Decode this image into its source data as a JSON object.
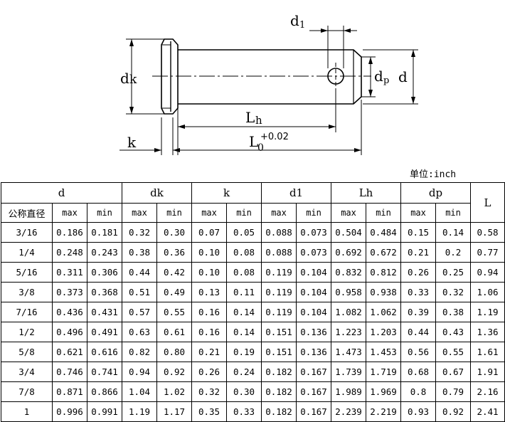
{
  "drawing": {
    "labels": {
      "d1": "d",
      "d1_sub": "1",
      "dk": "d",
      "dk_sub": "k",
      "dp": "d",
      "dp_sub": "p",
      "d": "d",
      "lh": "L",
      "lh_sub": "h",
      "k": "k",
      "l0": "L",
      "l0_sub": "0",
      "l0_tol": "+0.02"
    }
  },
  "unit_text": "单位:inch",
  "table": {
    "groups": [
      "d",
      "dk",
      "k",
      "d1",
      "Lh",
      "dp"
    ],
    "last_header": "L",
    "nominal_header": "公称直径",
    "max_label": "max",
    "min_label": "min",
    "rows": [
      [
        "3/16",
        "0.186",
        "0.181",
        "0.32",
        "0.30",
        "0.07",
        "0.05",
        "0.088",
        "0.073",
        "0.504",
        "0.484",
        "0.15",
        "0.14",
        "0.58"
      ],
      [
        "1/4",
        "0.248",
        "0.243",
        "0.38",
        "0.36",
        "0.10",
        "0.08",
        "0.088",
        "0.073",
        "0.692",
        "0.672",
        "0.21",
        "0.2",
        "0.77"
      ],
      [
        "5/16",
        "0.311",
        "0.306",
        "0.44",
        "0.42",
        "0.10",
        "0.08",
        "0.119",
        "0.104",
        "0.832",
        "0.812",
        "0.26",
        "0.25",
        "0.94"
      ],
      [
        "3/8",
        "0.373",
        "0.368",
        "0.51",
        "0.49",
        "0.13",
        "0.11",
        "0.119",
        "0.104",
        "0.958",
        "0.938",
        "0.33",
        "0.32",
        "1.06"
      ],
      [
        "7/16",
        "0.436",
        "0.431",
        "0.57",
        "0.55",
        "0.16",
        "0.14",
        "0.119",
        "0.104",
        "1.082",
        "1.062",
        "0.39",
        "0.38",
        "1.19"
      ],
      [
        "1/2",
        "0.496",
        "0.491",
        "0.63",
        "0.61",
        "0.16",
        "0.14",
        "0.151",
        "0.136",
        "1.223",
        "1.203",
        "0.44",
        "0.43",
        "1.36"
      ],
      [
        "5/8",
        "0.621",
        "0.616",
        "0.82",
        "0.80",
        "0.21",
        "0.19",
        "0.151",
        "0.136",
        "1.473",
        "1.453",
        "0.56",
        "0.55",
        "1.61"
      ],
      [
        "3/4",
        "0.746",
        "0.741",
        "0.94",
        "0.92",
        "0.26",
        "0.24",
        "0.182",
        "0.167",
        "1.739",
        "1.719",
        "0.68",
        "0.67",
        "1.91"
      ],
      [
        "7/8",
        "0.871",
        "0.866",
        "1.04",
        "1.02",
        "0.32",
        "0.30",
        "0.182",
        "0.167",
        "1.989",
        "1.969",
        "0.8",
        "0.79",
        "2.16"
      ],
      [
        "1",
        "0.996",
        "0.991",
        "1.19",
        "1.17",
        "0.35",
        "0.33",
        "0.182",
        "0.167",
        "2.239",
        "2.219",
        "0.93",
        "0.92",
        "2.41"
      ]
    ]
  }
}
